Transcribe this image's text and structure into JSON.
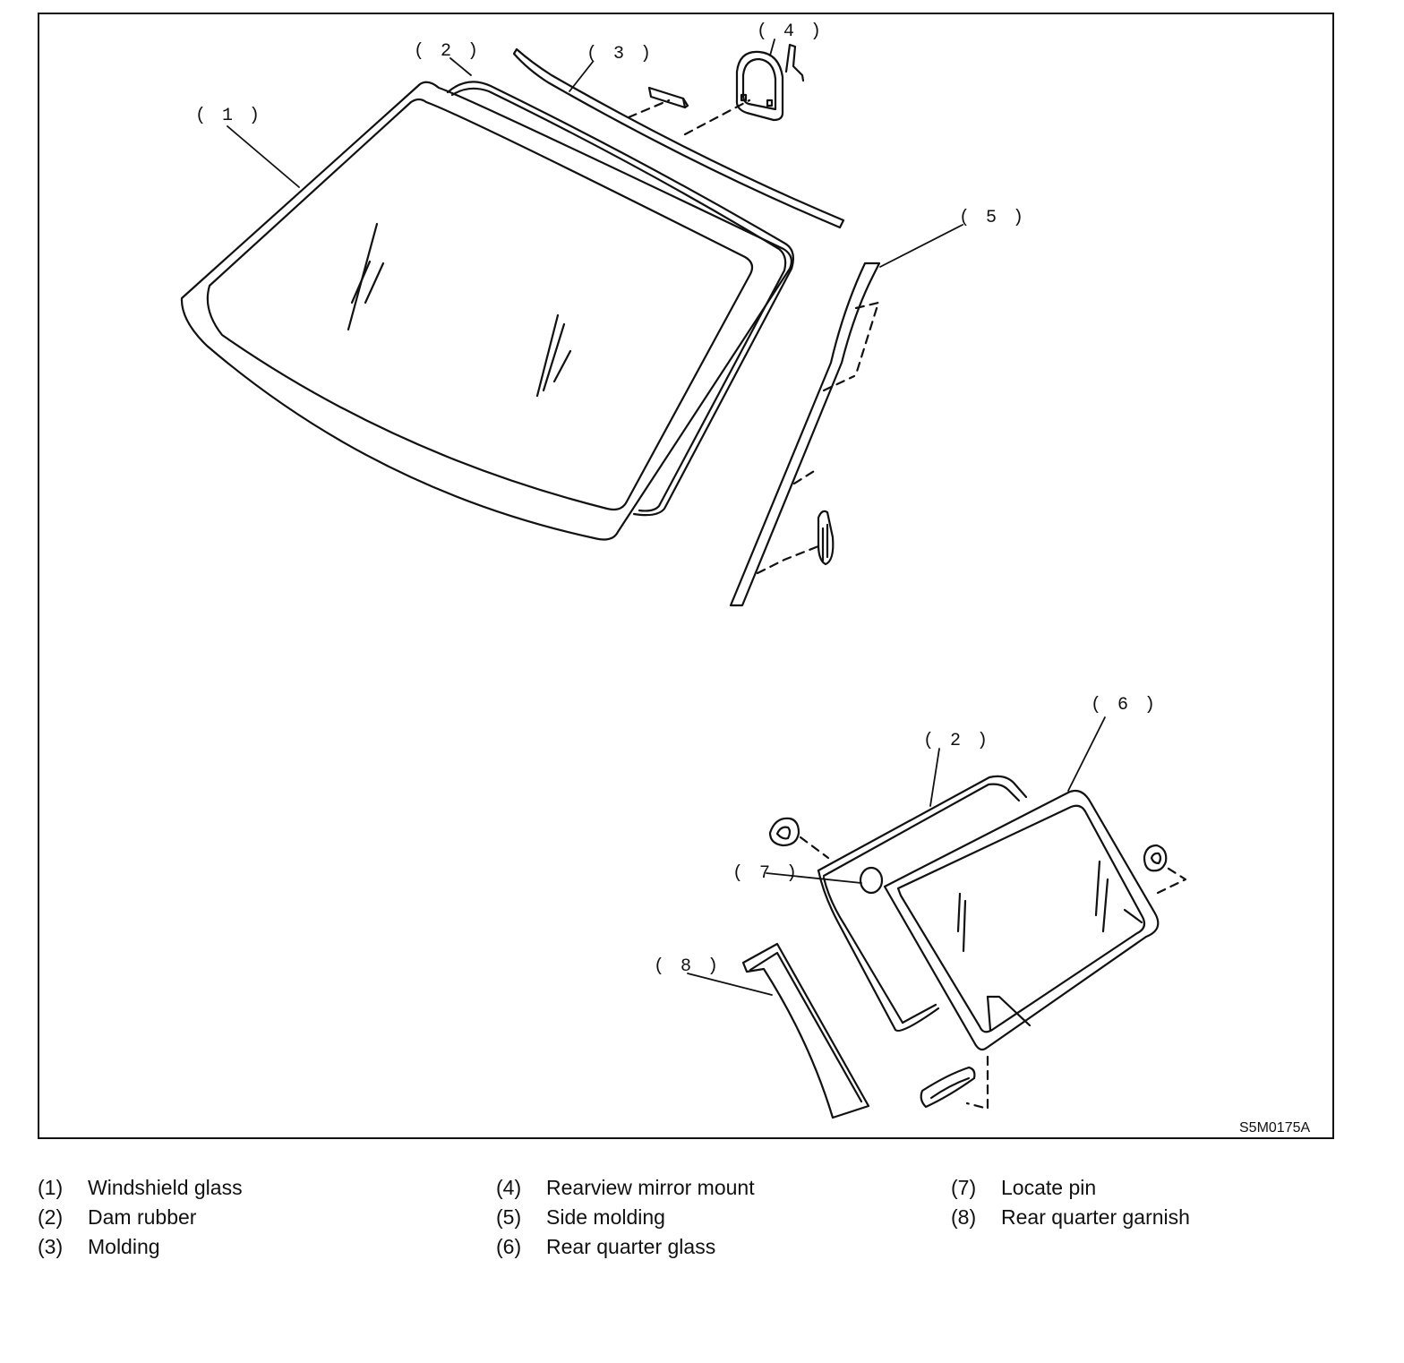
{
  "diagram": {
    "drawing_code": "S5M0175A",
    "callouts": {
      "windshield_glass": "( 1 )",
      "dam_rubber_front": "( 2 )",
      "molding": "( 3 )",
      "rearview_mirror_mount": "( 4 )",
      "side_molding": "( 5 )",
      "rear_quarter_glass": "( 6 )",
      "dam_rubber_rear": "( 2 )",
      "locate_pin": "( 7 )",
      "rear_quarter_garnish": "( 8 )"
    }
  },
  "legend": [
    {
      "num": "(1)",
      "label": "Windshield glass"
    },
    {
      "num": "(2)",
      "label": "Dam rubber"
    },
    {
      "num": "(3)",
      "label": "Molding"
    },
    {
      "num": "(4)",
      "label": "Rearview mirror mount"
    },
    {
      "num": "(5)",
      "label": "Side molding"
    },
    {
      "num": "(6)",
      "label": "Rear quarter glass"
    },
    {
      "num": "(7)",
      "label": "Locate pin"
    },
    {
      "num": "(8)",
      "label": "Rear quarter garnish"
    }
  ]
}
